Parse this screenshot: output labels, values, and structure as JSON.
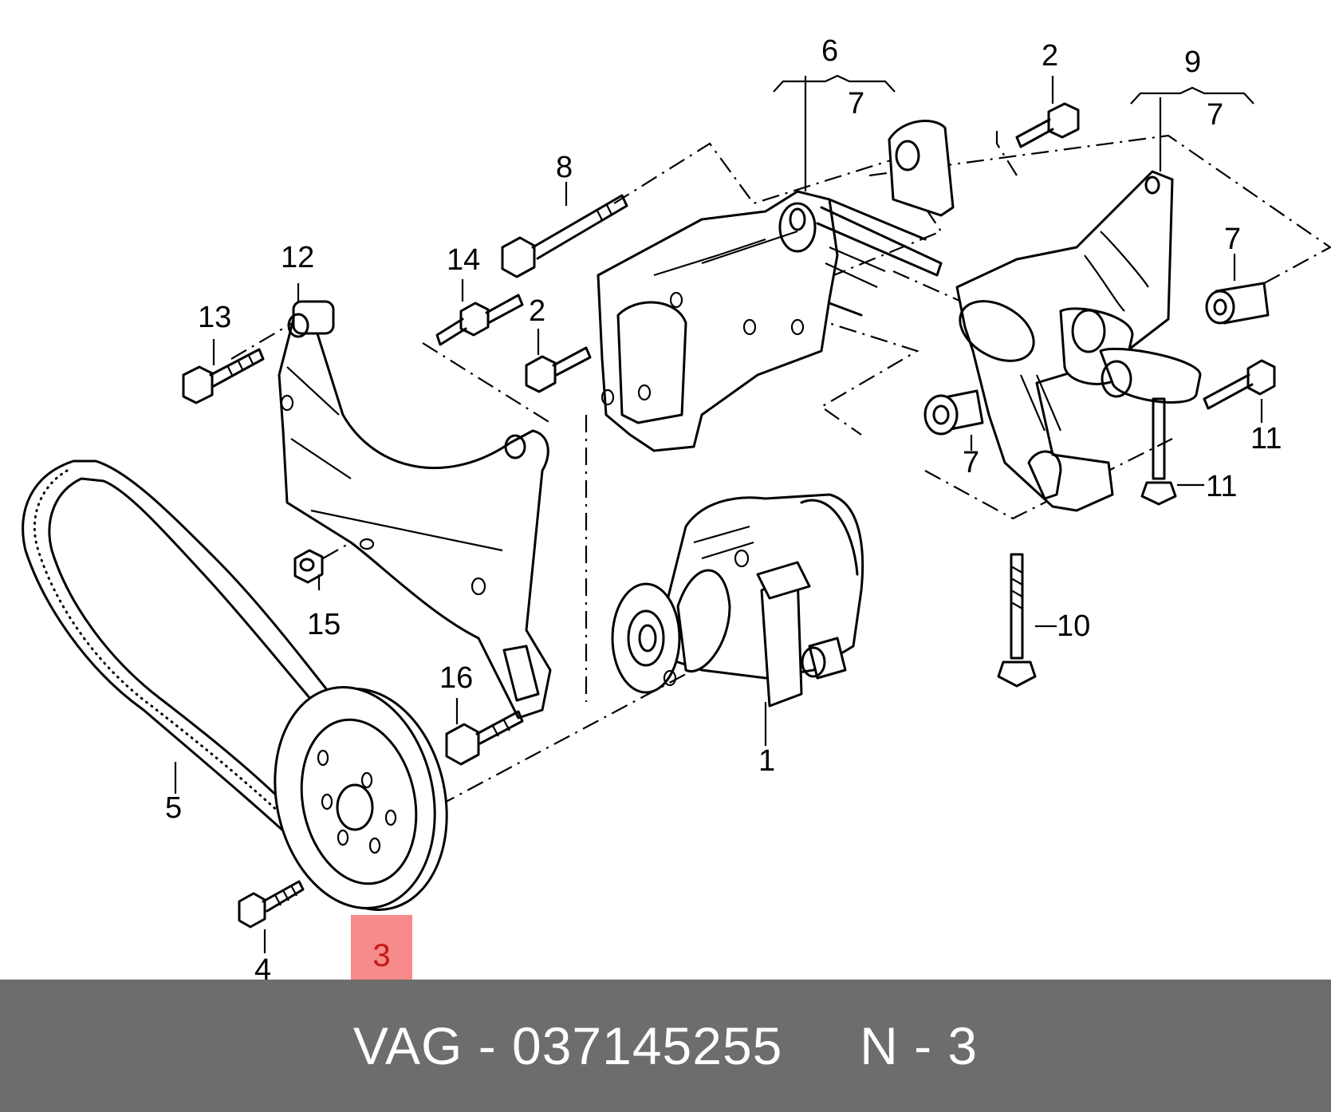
{
  "diagram": {
    "callouts": [
      {
        "id": "1",
        "text": "1"
      },
      {
        "id": "2a",
        "text": "2"
      },
      {
        "id": "2b",
        "text": "2"
      },
      {
        "id": "4",
        "text": "4"
      },
      {
        "id": "5",
        "text": "5"
      },
      {
        "id": "6",
        "text": "6"
      },
      {
        "id": "7a",
        "text": "7"
      },
      {
        "id": "7b",
        "text": "7"
      },
      {
        "id": "7c",
        "text": "7"
      },
      {
        "id": "7d",
        "text": "7"
      },
      {
        "id": "8",
        "text": "8"
      },
      {
        "id": "9",
        "text": "9"
      },
      {
        "id": "10",
        "text": "10"
      },
      {
        "id": "11a",
        "text": "11"
      },
      {
        "id": "11b",
        "text": "11"
      },
      {
        "id": "12",
        "text": "12"
      },
      {
        "id": "13",
        "text": "13"
      },
      {
        "id": "14",
        "text": "14"
      },
      {
        "id": "15",
        "text": "15"
      },
      {
        "id": "16",
        "text": "16"
      }
    ],
    "highlighted_callout": "3",
    "highlight_color": "#f78a8a",
    "highlight_text_color": "#c21818"
  },
  "footer": {
    "text": "VAG - 037145255     N - 3",
    "background": "#6d6d6d"
  }
}
